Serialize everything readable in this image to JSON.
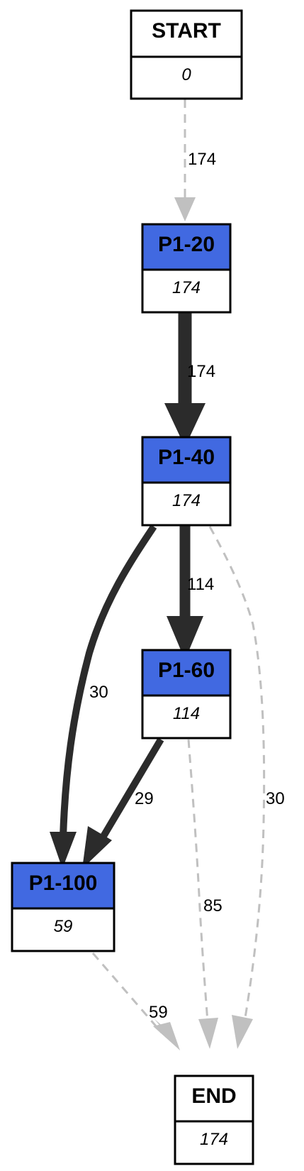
{
  "colors": {
    "active_node_header": "#4169e1",
    "plain_node_header": "#ffffff",
    "heavy_edge": "#2b2b2b",
    "dashed_edge": "#c0c0c0"
  },
  "nodes": {
    "start": {
      "title": "START",
      "count": "0"
    },
    "p1_20": {
      "title": "P1-20",
      "count": "174"
    },
    "p1_40": {
      "title": "P1-40",
      "count": "174"
    },
    "p1_60": {
      "title": "P1-60",
      "count": "114"
    },
    "p1_100": {
      "title": "P1-100",
      "count": "59"
    },
    "end": {
      "title": "END",
      "count": "174"
    }
  },
  "edges": {
    "start_p1_20": {
      "label": "174",
      "style": "dashed"
    },
    "p1_20_p1_40": {
      "label": "174",
      "style": "solid"
    },
    "p1_40_p1_60": {
      "label": "114",
      "style": "solid"
    },
    "p1_40_p1_100": {
      "label": "30",
      "style": "solid"
    },
    "p1_40_end": {
      "label": "30",
      "style": "dashed"
    },
    "p1_60_p1_100": {
      "label": "29",
      "style": "solid"
    },
    "p1_60_end": {
      "label": "85",
      "style": "dashed"
    },
    "p1_100_end": {
      "label": "59",
      "style": "dashed"
    }
  }
}
